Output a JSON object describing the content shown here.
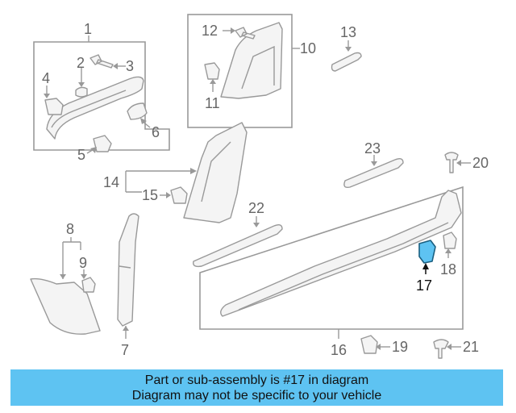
{
  "diagram": {
    "callouts": {
      "c1": "1",
      "c2": "2",
      "c3": "3",
      "c4": "4",
      "c5": "5",
      "c6": "6",
      "c7": "7",
      "c8": "8",
      "c9": "9",
      "c10": "10",
      "c11": "11",
      "c12": "12",
      "c13": "13",
      "c14": "14",
      "c15": "15",
      "c16": "16",
      "c17": "17",
      "c18": "18",
      "c19": "19",
      "c20": "20",
      "c21": "21",
      "c22": "22",
      "c23": "23"
    },
    "highlight_color": "#5ec3f2",
    "line_color": "#999999"
  },
  "banner": {
    "line1": "Part or sub-assembly is #17 in diagram",
    "line2": "Diagram may not be specific to your vehicle",
    "background": "#5ec3f2"
  }
}
